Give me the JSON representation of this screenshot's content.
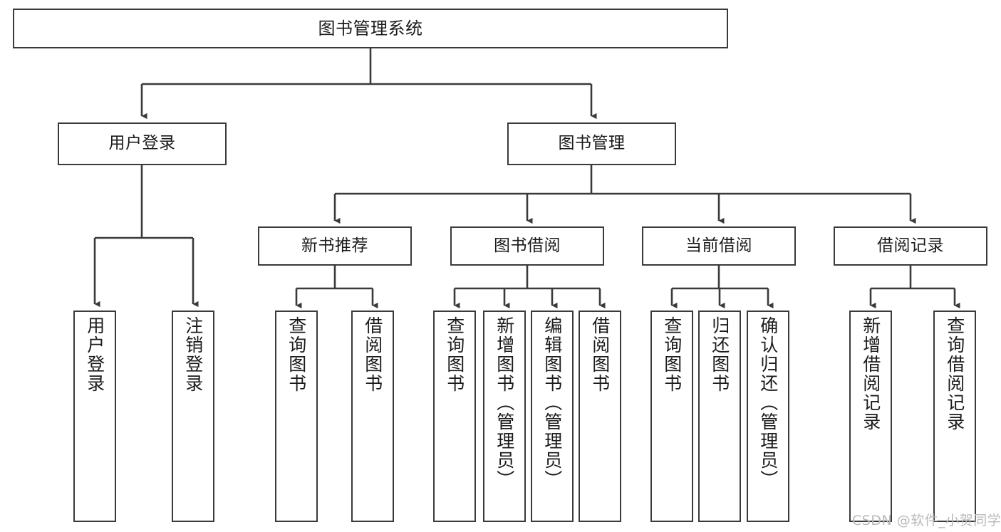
{
  "diagram": {
    "title": "图书管理系统",
    "type": "tree-hierarchy",
    "watermark": "CSDN @软件_小贺同学",
    "colors": {
      "background": "#ffffff",
      "node_border": "#3a3a3a",
      "node_fill": "#ffffff",
      "edge": "#3a3a3a",
      "text": "#1b1b1b",
      "watermark": "#b9b9b9"
    },
    "levels": {
      "root": "图书管理系统",
      "level2": [
        "用户登录",
        "图书管理"
      ],
      "level3": [
        "新书推荐",
        "图书借阅",
        "当前借阅",
        "借阅记录"
      ]
    },
    "nodes": {
      "root": {
        "label": "图书管理系统",
        "orientation": "horizontal"
      },
      "user_login": {
        "label": "用户登录",
        "orientation": "horizontal"
      },
      "book_manage": {
        "label": "图书管理",
        "orientation": "horizontal"
      },
      "new_book_rec": {
        "label": "新书推荐",
        "orientation": "horizontal"
      },
      "book_borrow": {
        "label": "图书借阅",
        "orientation": "horizontal"
      },
      "current_borrow": {
        "label": "当前借阅",
        "orientation": "horizontal"
      },
      "borrow_record": {
        "label": "借阅记录",
        "orientation": "horizontal"
      },
      "leaf_user_login": {
        "label": "用户登录",
        "orientation": "vertical"
      },
      "leaf_logout": {
        "label": "注销登录",
        "orientation": "vertical"
      },
      "leaf_query_book_a": {
        "label": "查询图书",
        "orientation": "vertical"
      },
      "leaf_borrow_book_a": {
        "label": "借阅图书",
        "orientation": "vertical"
      },
      "leaf_query_book_b": {
        "label": "查询图书",
        "orientation": "vertical"
      },
      "leaf_add_book": {
        "label": "新增图书（管理员）",
        "orientation": "vertical"
      },
      "leaf_edit_book": {
        "label": "编辑图书（管理员）",
        "orientation": "vertical"
      },
      "leaf_borrow_book_b": {
        "label": "借阅图书",
        "orientation": "vertical"
      },
      "leaf_query_book_c": {
        "label": "查询图书",
        "orientation": "vertical"
      },
      "leaf_return_book": {
        "label": "归还图书",
        "orientation": "vertical"
      },
      "leaf_confirm_return": {
        "label": "确认归还（管理员）",
        "orientation": "vertical"
      },
      "leaf_add_record": {
        "label": "新增借阅记录",
        "orientation": "vertical"
      },
      "leaf_query_record": {
        "label": "查询借阅记录",
        "orientation": "vertical"
      }
    },
    "edges": [
      {
        "from": "root",
        "to": "user_login"
      },
      {
        "from": "root",
        "to": "book_manage"
      },
      {
        "from": "user_login",
        "to": "leaf_user_login"
      },
      {
        "from": "user_login",
        "to": "leaf_logout"
      },
      {
        "from": "book_manage",
        "to": "new_book_rec"
      },
      {
        "from": "book_manage",
        "to": "book_borrow"
      },
      {
        "from": "book_manage",
        "to": "current_borrow"
      },
      {
        "from": "book_manage",
        "to": "borrow_record"
      },
      {
        "from": "new_book_rec",
        "to": "leaf_query_book_a"
      },
      {
        "from": "new_book_rec",
        "to": "leaf_borrow_book_a"
      },
      {
        "from": "book_borrow",
        "to": "leaf_query_book_b"
      },
      {
        "from": "book_borrow",
        "to": "leaf_add_book"
      },
      {
        "from": "book_borrow",
        "to": "leaf_edit_book"
      },
      {
        "from": "book_borrow",
        "to": "leaf_borrow_book_b"
      },
      {
        "from": "current_borrow",
        "to": "leaf_query_book_c"
      },
      {
        "from": "current_borrow",
        "to": "leaf_return_book"
      },
      {
        "from": "current_borrow",
        "to": "leaf_confirm_return"
      },
      {
        "from": "borrow_record",
        "to": "leaf_add_record"
      },
      {
        "from": "borrow_record",
        "to": "leaf_query_record"
      }
    ]
  }
}
